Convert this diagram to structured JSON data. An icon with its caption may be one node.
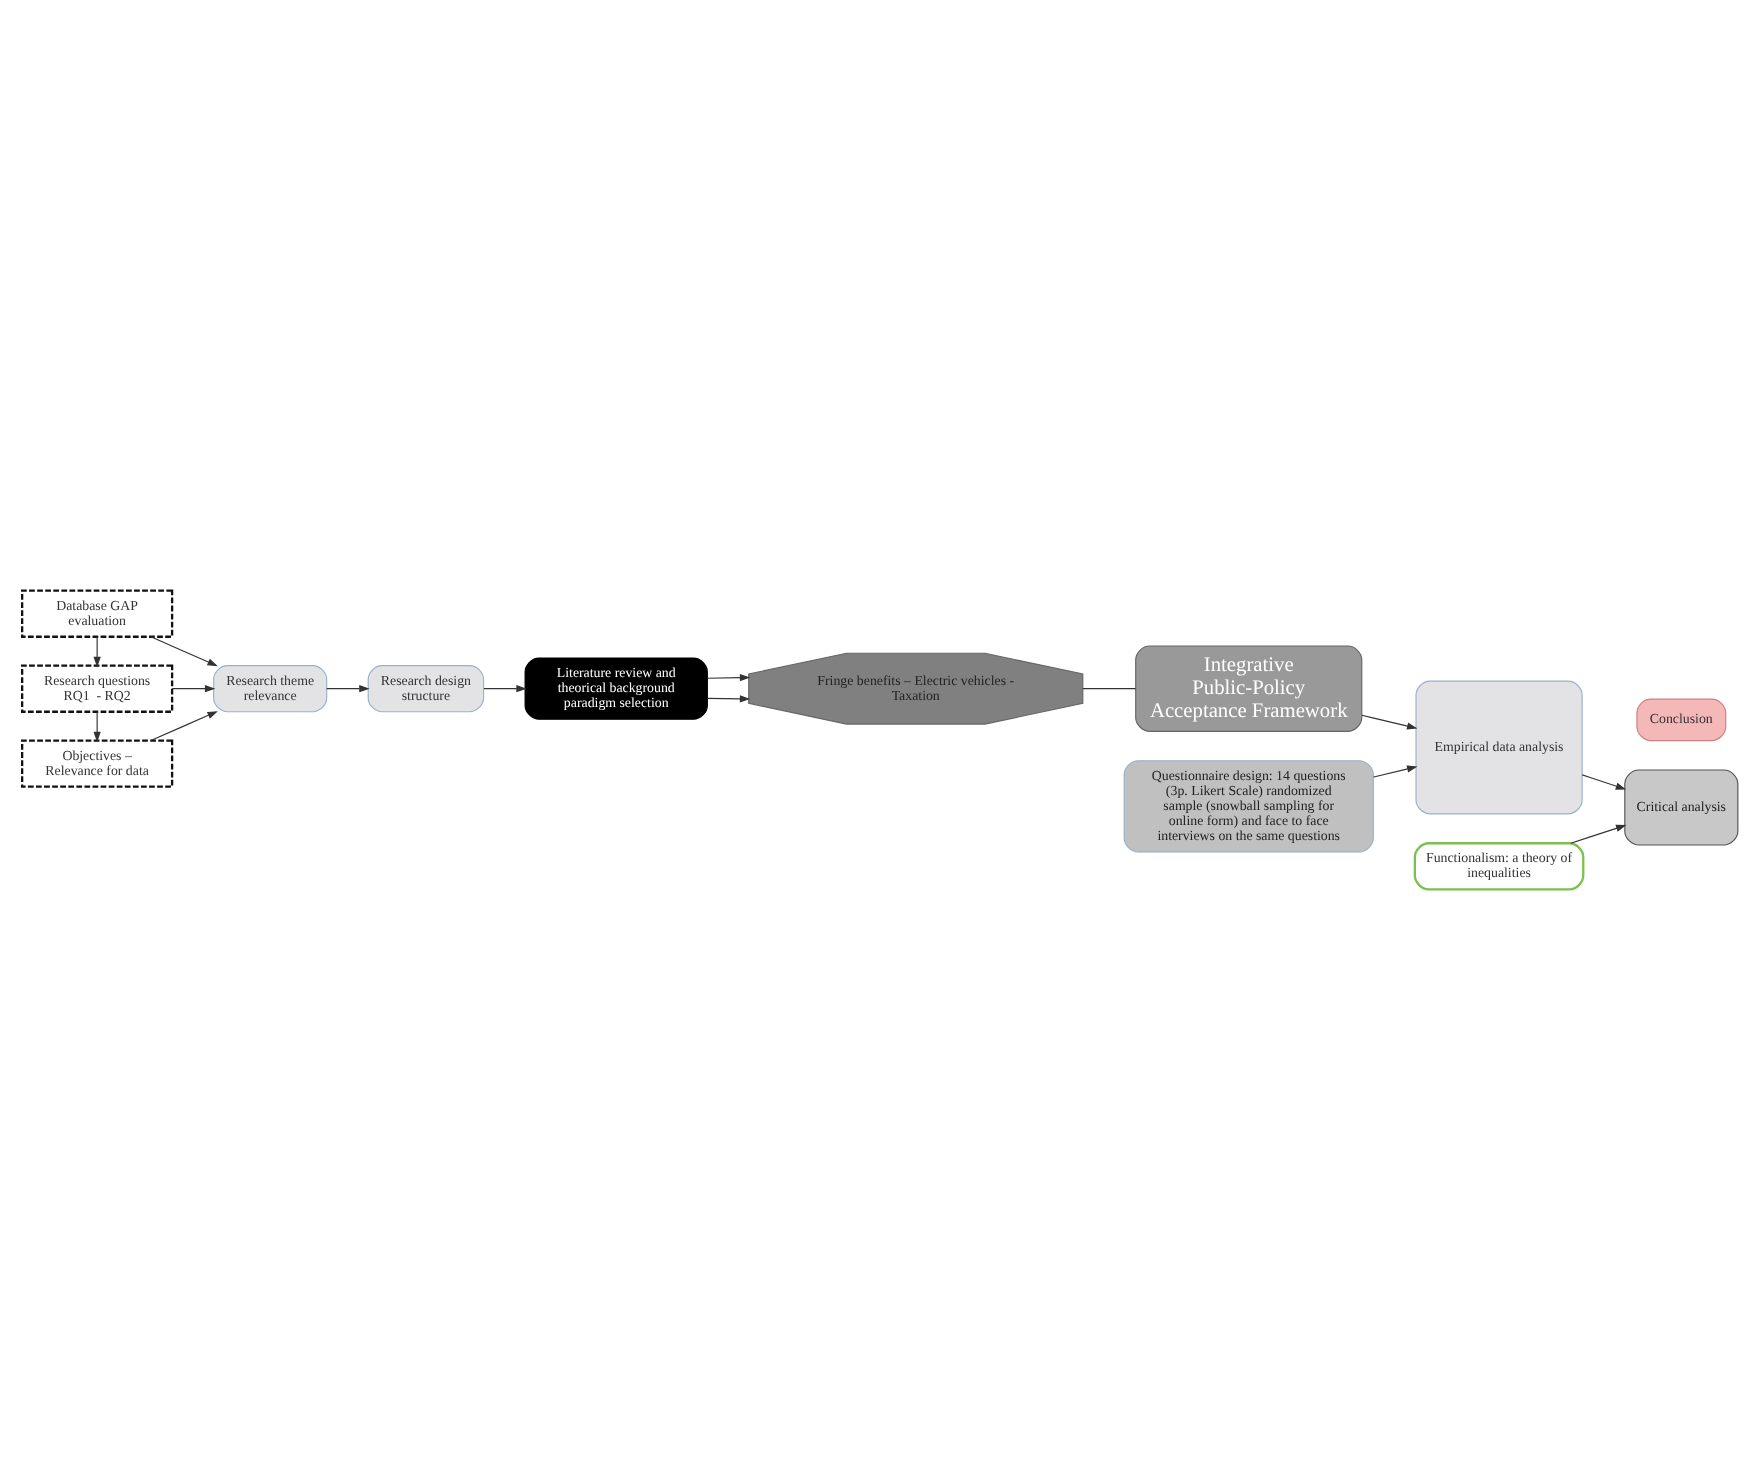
{
  "diagram": {
    "nodes": [
      {
        "text": [
          "Database GAP evaluation"
        ]
      },
      {
        "text": [
          "Research questions RQ1  - RQ2"
        ]
      },
      {
        "text": [
          "Objectives – Relevance for data"
        ]
      },
      {
        "text": [
          "Research theme relevance"
        ]
      },
      {
        "text": [
          "Research design structure"
        ]
      },
      {
        "text": [
          "Literature review and theorical background paradigm selection"
        ]
      },
      {
        "text": [
          "Fringe benefits – Electric vehicles - Taxation"
        ]
      },
      {
        "text": [
          "Integrative Public-Policy Acceptance Framework"
        ]
      },
      {
        "text": [
          "Functionalism: a theory of inequalities"
        ]
      },
      {
        "text": [
          "Empirical data analysis"
        ]
      },
      {
        "text": [
          "Critical analysis"
        ]
      },
      {
        "text": [
          "Conclusion"
        ]
      },
      {
        "text": [
          "Questionnaire design: 14 questions (3p. Likert Scale) randomized sample (snowball sampling for online form) and face to face interviews on the same questions"
        ]
      }
    ],
    "edges": [
      {
        "from": 0,
        "to": 3,
        "arrow": "to"
      },
      {
        "from": 1,
        "to": 3,
        "arrow": "to"
      },
      {
        "from": 2,
        "to": 3,
        "arrow": "to"
      },
      {
        "from": 0,
        "to": 1,
        "arrow": "to"
      },
      {
        "from": 1,
        "to": 2,
        "arrow": "to"
      },
      {
        "from": 3,
        "to": 4,
        "arrow": "to"
      },
      {
        "from": 4,
        "to": 5,
        "arrow": "to"
      },
      {
        "from": 5,
        "to": 6,
        "arrow": "to"
      },
      {
        "from": 5,
        "to": 6,
        "arrow": "to"
      },
      {
        "from": 6,
        "to": 7,
        "arrow": "none"
      },
      {
        "from": 7,
        "to": 9,
        "arrow": "to"
      },
      {
        "from": 8,
        "to": 10,
        "arrow": "to"
      },
      {
        "from": 9,
        "to": 10,
        "arrow": "to"
      },
      {
        "from": 12,
        "to": 9,
        "arrow": "to"
      }
    ]
  }
}
